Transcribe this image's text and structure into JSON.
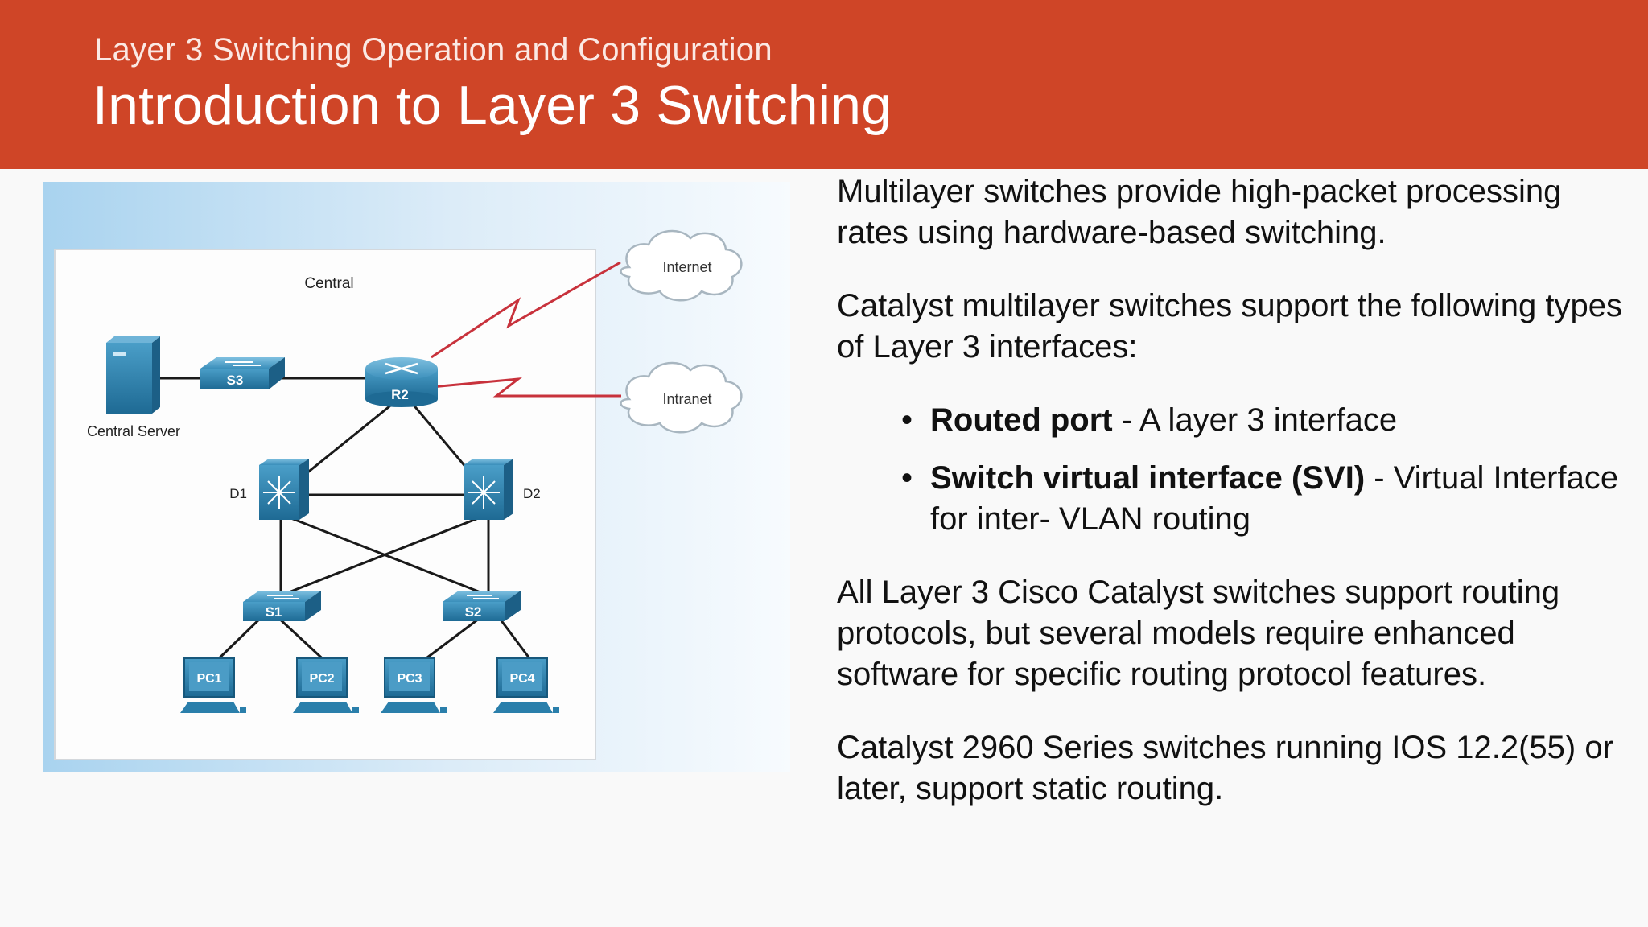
{
  "header": {
    "subtitle": "Layer 3 Switching Operation and Configuration",
    "title": "Introduction to Layer 3 Switching"
  },
  "diagram": {
    "central_label": "Central",
    "central_server_label": "Central Server",
    "clouds": {
      "internet": "Internet",
      "intranet": "Intranet"
    },
    "devices": {
      "s3": "S3",
      "r2": "R2",
      "d1": "D1",
      "d2": "D2",
      "s1": "S1",
      "s2": "S2",
      "pc1": "PC1",
      "pc2": "PC2",
      "pc3": "PC3",
      "pc4": "PC4"
    },
    "colors": {
      "device_blue": "#2a7fab",
      "wan_link": "#c8323c",
      "lan_link": "#1a1a1a"
    }
  },
  "content": {
    "para1": "Multilayer switches provide high-packet processing rates using hardware-based switching.",
    "para2": "Catalyst multilayer switches support the following types of Layer 3 interfaces:",
    "bullets": [
      {
        "bold": "Routed port",
        "text": " -  A layer 3 interface"
      },
      {
        "bold": "Switch virtual interface (SVI)",
        "text": " -  Virtual Interface for inter- VLAN routing"
      }
    ],
    "bullet_glyph": "•",
    "para3": "All Layer 3 Cisco Catalyst switches support routing protocols, but several models require enhanced software for specific routing protocol features.",
    "para4": "Catalyst 2960 Series switches running IOS 12.2(55) or later, support static routing."
  }
}
